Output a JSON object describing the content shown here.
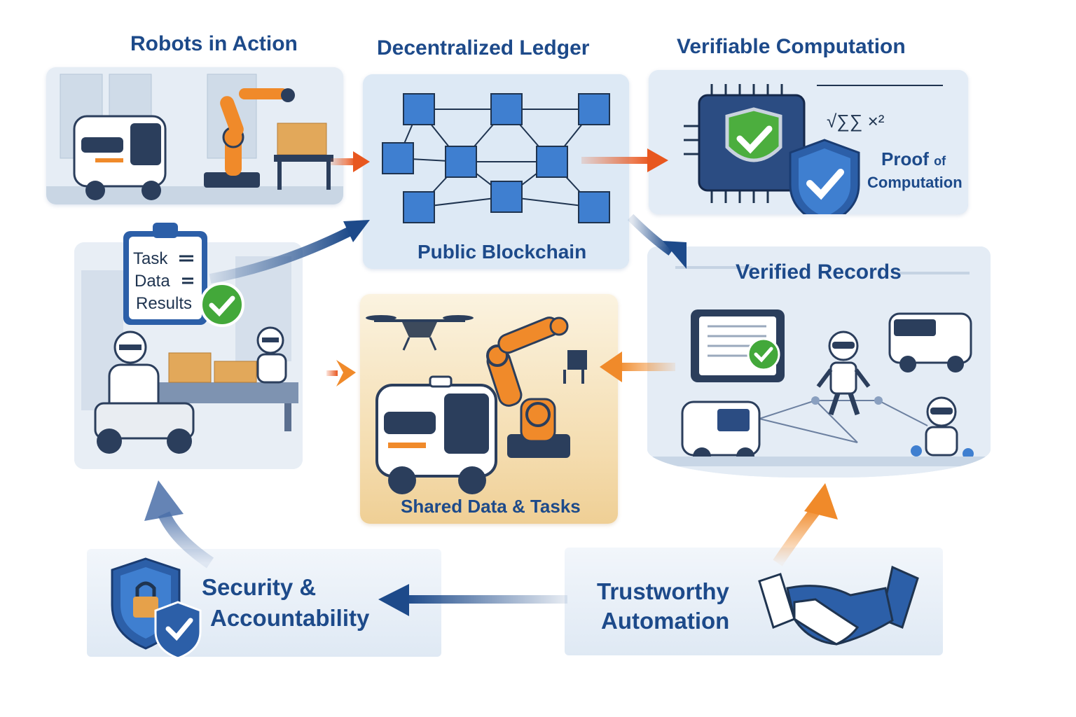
{
  "headings": {
    "robots": "Robots in Action",
    "ledger": "Decentralized Ledger",
    "verifiable": "Verifiable Computation"
  },
  "ledger_panel": {
    "caption": "Public Blockchain"
  },
  "proof_panel": {
    "line1": "Proof",
    "line1_suffix": "of",
    "line2": "Computation",
    "formula": "√∑∑ ×²"
  },
  "records_panel": {
    "title": "Verified Records"
  },
  "shared_panel": {
    "caption": "Shared Data & Tasks"
  },
  "clipboard": {
    "line1": "Task",
    "line2": "Data",
    "line3": "Results"
  },
  "security_panel": {
    "line1": "Security &",
    "line2": "Accountability"
  },
  "trust_panel": {
    "line1": "Trustworthy",
    "line2": "Automation"
  },
  "colors": {
    "navy": "#1d4a8a",
    "orange": "#f08a2a",
    "green": "#43a83a",
    "cube": "#3f7fd0"
  }
}
